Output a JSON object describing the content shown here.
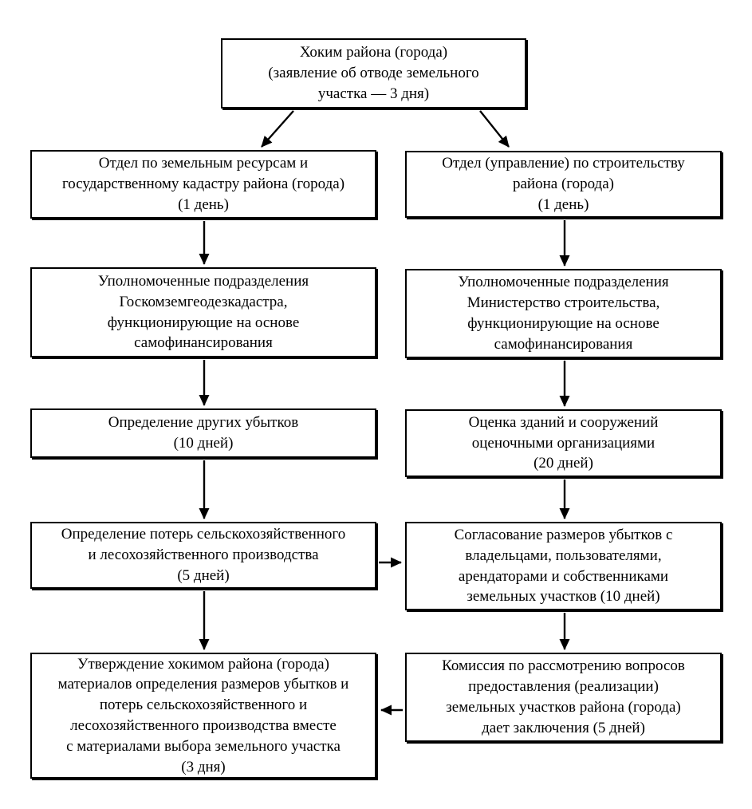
{
  "diagram": {
    "type": "flowchart",
    "language": "ru",
    "colors": {
      "background": "#ffffff",
      "box_fill": "#ffffff",
      "box_border": "#000000",
      "text": "#000000",
      "arrow": "#000000"
    },
    "boxes": {
      "hokim": {
        "id": "hokim",
        "text": "Хоким района (города)\n(заявление об отводе земельного\nучастка — 3 дня)"
      },
      "left1": {
        "id": "left1",
        "text": "Отдел по земельным ресурсам и\nгосударственному кадастру района (города)\n(1 день)"
      },
      "right1": {
        "id": "right1",
        "text": "Отдел (управление) по строительству\nрайона (города)\n(1 день)"
      },
      "left2": {
        "id": "left2",
        "text": "Уполномоченные подразделения\nГоскомземгеодезкадастра,\nфункционирующие на основе\nсамофинансирования"
      },
      "right2": {
        "id": "right2",
        "text": "Уполномоченные подразделения\nМинистерство строительства,\nфункционирующие на основе\nсамофинансирования"
      },
      "left3": {
        "id": "left3",
        "text": "Определение других убытков\n(10 дней)"
      },
      "right3": {
        "id": "right3",
        "text": "Оценка зданий и сооружений\nоценочными организациями\n(20 дней)"
      },
      "left4": {
        "id": "left4",
        "text": "Определение потерь сельскохозяйственного\nи лесохозяйственного производства\n(5 дней)"
      },
      "right4": {
        "id": "right4",
        "text": "Согласование размеров убытков с\nвладельцами, пользователями,\nарендаторами и собственниками\nземельных участков (10 дней)"
      },
      "left5": {
        "id": "left5",
        "text": "Утверждение хокимом района (города)\nматериалов определения размеров убытков и\nпотерь сельскохозяйственного и\nлесохозяйственного производства вместе\nс материалами выбора земельного участка\n(3 дня)"
      },
      "right5": {
        "id": "right5",
        "text": "Комиссия по рассмотрению вопросов\nпредоставления (реализации)\nземельных участков района (города)\nдает заключения (5 дней)"
      }
    },
    "connections": [
      {
        "from": "hokim",
        "to": "left1",
        "direction": "down-left"
      },
      {
        "from": "hokim",
        "to": "right1",
        "direction": "down-right"
      },
      {
        "from": "left1",
        "to": "left2",
        "direction": "down"
      },
      {
        "from": "left2",
        "to": "left3",
        "direction": "down"
      },
      {
        "from": "left3",
        "to": "left4",
        "direction": "down"
      },
      {
        "from": "left4",
        "to": "left5",
        "direction": "down"
      },
      {
        "from": "right1",
        "to": "right2",
        "direction": "down"
      },
      {
        "from": "right2",
        "to": "right3",
        "direction": "down"
      },
      {
        "from": "right3",
        "to": "right4",
        "direction": "down"
      },
      {
        "from": "left4",
        "to": "right4",
        "direction": "right"
      },
      {
        "from": "right4",
        "to": "right5",
        "direction": "down"
      },
      {
        "from": "right5",
        "to": "left5",
        "direction": "left"
      }
    ]
  }
}
